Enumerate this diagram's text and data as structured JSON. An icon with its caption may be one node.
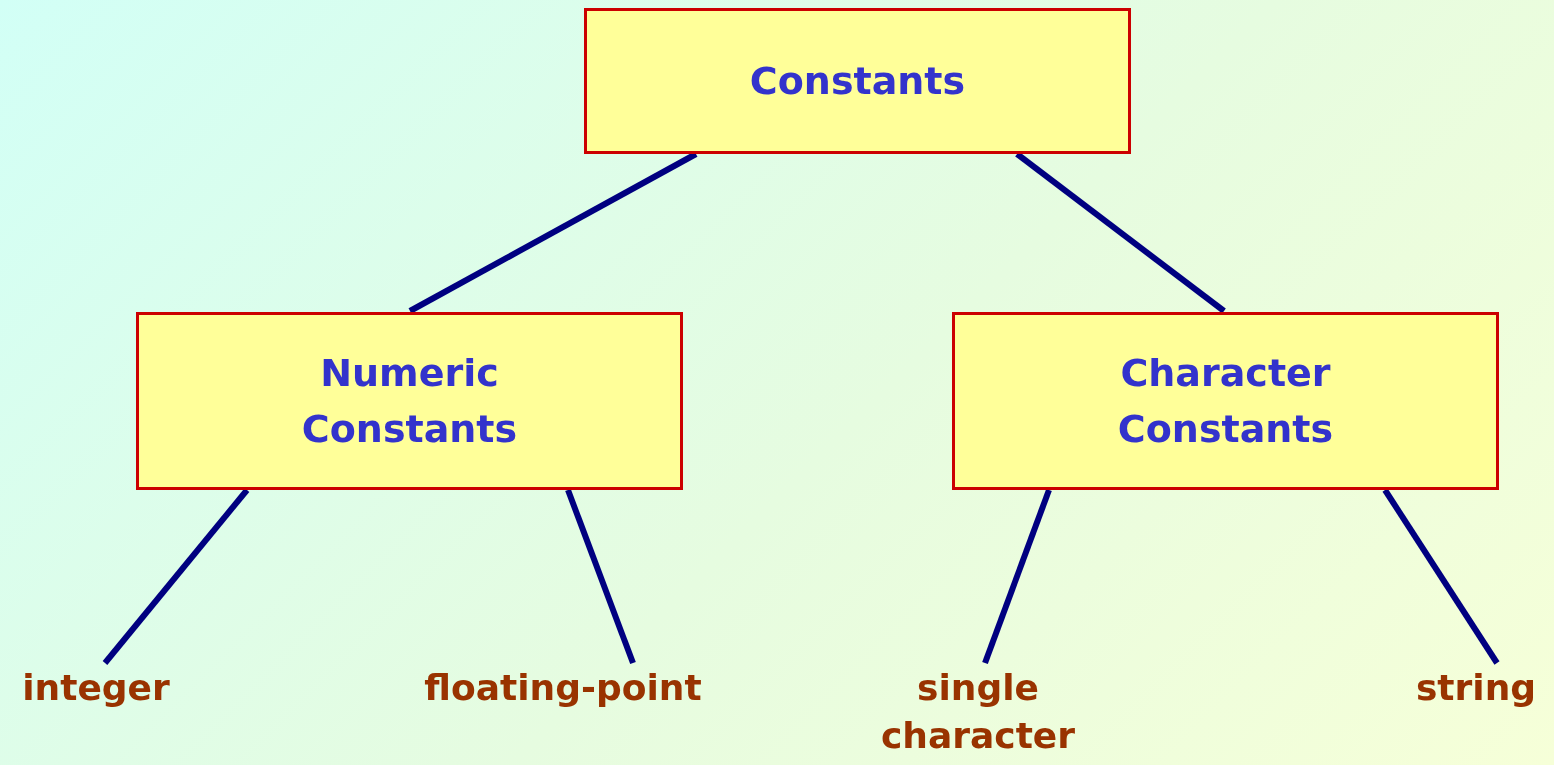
{
  "diagram": {
    "nodes": [
      {
        "text": [
          "Constants"
        ]
      },
      {
        "text": [
          "Numeric Constants"
        ]
      },
      {
        "text": [
          "Character Constants"
        ]
      },
      {
        "text": [
          "integer"
        ]
      },
      {
        "text": [
          "floating-point"
        ]
      },
      {
        "text": [
          "single character"
        ]
      },
      {
        "text": [
          "string"
        ]
      }
    ],
    "edges": [
      {
        "from": 0,
        "to": 1,
        "arrow": "none"
      },
      {
        "from": 0,
        "to": 2,
        "arrow": "none"
      },
      {
        "from": 1,
        "to": 3,
        "arrow": "none"
      },
      {
        "from": 1,
        "to": 4,
        "arrow": "none"
      },
      {
        "from": 2,
        "to": 5,
        "arrow": "none"
      },
      {
        "from": 2,
        "to": 6,
        "arrow": "none"
      }
    ]
  }
}
